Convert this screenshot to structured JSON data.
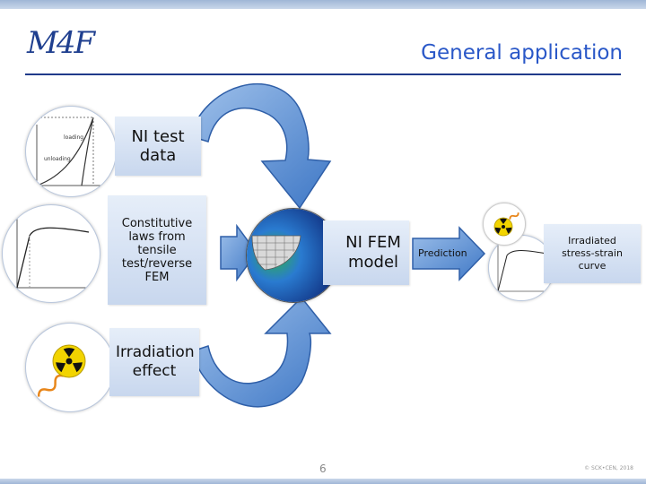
{
  "header": {
    "logo_text": "M4F",
    "title": "General application"
  },
  "boxes": {
    "ni_test_data": "NI test data",
    "constitutive": "Constitutive laws from tensile test/reverse FEM",
    "irradiation_effect": "Irradiation effect",
    "ni_fem_model": "NI FEM model",
    "prediction": "Prediction",
    "irradiated_curve": "Irradiated stress-strain curve"
  },
  "plot_labels": {
    "loading": "loading",
    "unloading": "unloading"
  },
  "footer": {
    "page_number": "6",
    "copyright": "© SCK•CEN, 2018"
  },
  "colors": {
    "accent_blue": "#2a58c8",
    "arrow_blue": "#4f86cf",
    "radiation_yellow": "#f2d400",
    "wave_orange": "#e8861a"
  },
  "icons": [
    "radiation-icon",
    "radiation-wave-icon"
  ]
}
